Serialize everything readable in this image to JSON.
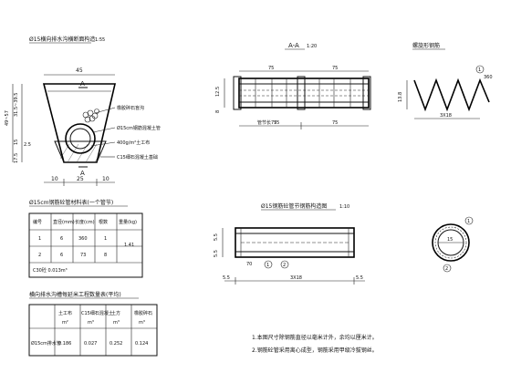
{
  "titles": {
    "section": "Ø15横向排水沟横断面构造",
    "section_scale": "1:55",
    "aa": "A-A",
    "aa_scale": "1:20",
    "spiral": "螺旋形钢筋",
    "pipe": "Ø15钢筋砼管节钢筋构造图",
    "pipe_scale": "1:10",
    "material": "Ø15cm钢筋砼管材料表(一个管节)",
    "quantity": "横向排水沟槽每延米工程数量表(平均)"
  },
  "section": {
    "dim_top": "45",
    "label_a_top": "A",
    "label_a_bottom": "A",
    "dim_left_total": "49~57",
    "dim_left_upper": "31.5~39.5",
    "dim_left_mid": "15",
    "dim_left_low": "2.5",
    "dim_left_bot": "17.5",
    "dim_bot_1": "10",
    "dim_bot_2": "25",
    "dim_bot_3": "10",
    "callout_1": "橡胶碎石盲沟",
    "callout_2": "Ø15cm钢筋混凝土管",
    "callout_3": "400g/m²土工布",
    "callout_4": "C15细石混凝土基础"
  },
  "aa": {
    "dim_top_1": "75",
    "dim_top_2": "75",
    "dim_mid_1": "75",
    "dim_mid_2": "75",
    "dim_left_1": "12.5",
    "dim_left_2": "8",
    "label": "管节长75"
  },
  "spiral": {
    "dim_height": "13.8",
    "dim_pitch": "3X18",
    "dim_angle": "360",
    "bar_no": "1"
  },
  "pipe": {
    "dim_left_1": "5.5",
    "dim_left_2": "5.5",
    "dim_mid": "70",
    "dim_bottom": "3X18",
    "dim_bot_left": "5.5",
    "dim_bot_right": "5.5",
    "bar_1": "1",
    "bar_2": "2"
  },
  "material_table": {
    "headers": [
      "编号",
      "直径(mm)",
      "长度(cm)",
      "根数",
      "重量(kg)"
    ],
    "rows": [
      [
        "1",
        "6",
        "360",
        "1",
        "1.41"
      ],
      [
        "2",
        "6",
        "73",
        "8",
        ""
      ]
    ],
    "footer": "C30砼  0.013m³"
  },
  "quantity_table": {
    "headers": [
      "",
      "土工布",
      "C15细石混凝土",
      "土方",
      "橡胶碎石"
    ],
    "units": [
      "",
      "m²",
      "m³",
      "m³",
      "m³"
    ],
    "row_label": "Ø15cm排水管",
    "values": [
      "0.186",
      "0.027",
      "0.252",
      "0.124"
    ]
  },
  "notes": [
    "1.本图尺寸除钢筋直径以毫米计外，余均以厘米计。",
    "2.钢筋砼管采用离心成型，钢筋采用甲级冷拔钢丝。"
  ],
  "ring": {
    "bar_1": "1",
    "bar_2": "2",
    "dim": "15"
  }
}
